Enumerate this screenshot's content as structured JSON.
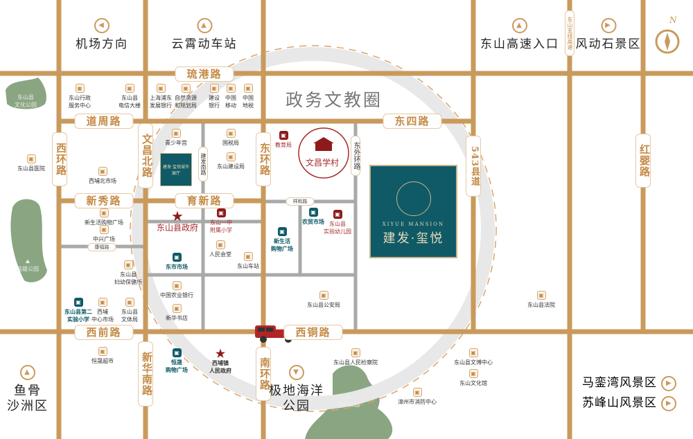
{
  "colors": {
    "road": "#c99a5c",
    "minor_road": "#a9a9a9",
    "ring": "#e6e6e6",
    "park": "#8aa582",
    "teal": "#0f5a66",
    "red": "#8e1b1b"
  },
  "zone_title": "政务文教圈",
  "school_village": "文昌学村",
  "project": {
    "en": "XIYUE MANSION",
    "cn": "建发·玺悦"
  },
  "showroom": "建发·玺悦城市展厅",
  "roads": [
    "琉港路",
    "道周路",
    "东四路",
    "新秀路",
    "育新路",
    "西前路",
    "西铜路",
    "康福路",
    "祥和路",
    "西环路",
    "文昌北路",
    "建发南路",
    "东环路",
    "东外环路",
    "543县道",
    "红婴路",
    "东山支线高速",
    "新华南路",
    "南环路"
  ],
  "directions": [
    {
      "label": "机场方向",
      "icon": "arrow-left"
    },
    {
      "label": "云霄动车站",
      "icon": "arrow-up"
    },
    {
      "label": "东山高速入口",
      "icon": "arrow-up"
    },
    {
      "label": "风动石景区",
      "icon": "arrow-right"
    },
    {
      "label": "鱼骨\n沙洲区",
      "l1": "鱼骨",
      "l2": "沙洲区",
      "icon": "arrow-up"
    },
    {
      "label": "极地海洋公园",
      "l1": "极地海洋",
      "l2": "公园",
      "icon": "arrow-down"
    },
    {
      "label": "马銮湾风景区",
      "icon": "arrow-right"
    },
    {
      "label": "苏峰山风景区",
      "icon": "arrow-right"
    }
  ],
  "parks": [
    "东山县\n文化公园",
    "英雄公园",
    "海山公园"
  ],
  "park_lines": [
    [
      "东山县",
      "文化公园"
    ],
    [
      "英雄公园"
    ],
    [
      "海山公园"
    ]
  ],
  "pois": [
    {
      "l": [
        "东山行政",
        "服务中心"
      ]
    },
    {
      "l": [
        "东山县",
        "电信大楼"
      ]
    },
    {
      "l": [
        "上海浦东",
        "发展银行"
      ]
    },
    {
      "l": [
        "自然资源",
        "和规划局"
      ]
    },
    {
      "l": [
        "建设",
        "银行"
      ]
    },
    {
      "l": [
        "中国",
        "移动"
      ]
    },
    {
      "l": [
        "中国",
        "地税"
      ]
    },
    {
      "l": [
        "青少年宫"
      ]
    },
    {
      "l": [
        "国税局"
      ]
    },
    {
      "l": [
        "东山建设局"
      ]
    },
    {
      "l": [
        "东山县医院"
      ]
    },
    {
      "l": [
        "西埔北市场"
      ]
    },
    {
      "l": [
        "教育局"
      ]
    },
    {
      "l": [
        "新生活购物广场"
      ]
    },
    {
      "l": [
        "中兴广场"
      ]
    },
    {
      "l": [
        "东山一中",
        "附属小学"
      ]
    },
    {
      "l": [
        "人民会堂"
      ]
    },
    {
      "l": [
        "东山车站"
      ]
    },
    {
      "l": [
        "东市市场"
      ]
    },
    {
      "l": [
        "东山县",
        "妇幼保健所"
      ]
    },
    {
      "l": [
        "中国农业银行"
      ]
    },
    {
      "l": [
        "新华书店"
      ]
    },
    {
      "l": [
        "东山县第二",
        "实验小学"
      ]
    },
    {
      "l": [
        "西埔",
        "中心市场"
      ]
    },
    {
      "l": [
        "东山县",
        "文体局"
      ]
    },
    {
      "l": [
        "农贸市场"
      ]
    },
    {
      "l": [
        "东山县",
        "实验幼儿园"
      ]
    },
    {
      "l": [
        "新生活",
        "购物广场"
      ]
    },
    {
      "l": [
        "东山县公安局"
      ]
    },
    {
      "l": [
        "东山县法院"
      ]
    },
    {
      "l": [
        "恒晟超市"
      ]
    },
    {
      "l": [
        "恒晟",
        "购物广场"
      ]
    },
    {
      "l": [
        "东山县人民检察院"
      ]
    },
    {
      "l": [
        "东山县文博中心"
      ]
    },
    {
      "l": [
        "东山文化馆"
      ]
    },
    {
      "l": [
        "漳州市消防中心"
      ]
    }
  ],
  "gov": {
    "county": "东山县政府",
    "town": [
      "西埔镇",
      "人民政府"
    ]
  },
  "compass": "N"
}
